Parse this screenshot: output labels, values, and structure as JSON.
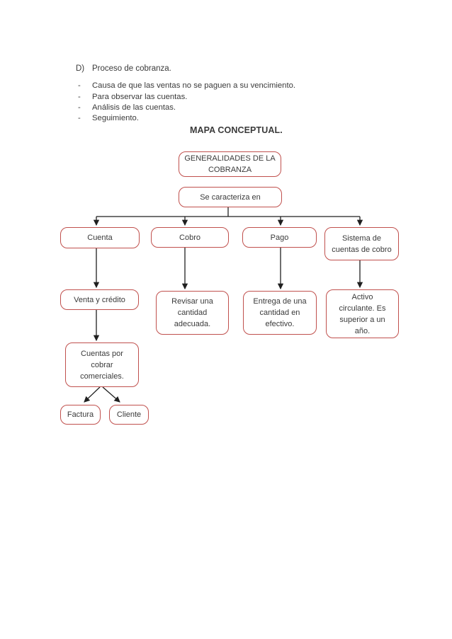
{
  "document": {
    "section_label": "D)",
    "section_title": "Proceso de cobranza.",
    "bullet_marker": "-",
    "bullets": [
      "Causa de que las ventas no se paguen a su vencimiento.",
      "Para observar las cuentas.",
      "Análisis de las cuentas.",
      "Seguimiento."
    ],
    "map_title": "MAPA CONCEPTUAL."
  },
  "diagram": {
    "border_color": "#c0504d",
    "line_color": "#1f1f1f",
    "text_color": "#3a3a3a",
    "nodes": {
      "root": "GENERALIDADES DE LA\nCOBRANZA",
      "caracteriza": "Se caracteriza en",
      "cuenta": "Cuenta",
      "cobro": "Cobro",
      "pago": "Pago",
      "sistema": "Sistema de\ncuentas de cobro",
      "venta": "Venta y crédito",
      "revisar": "Revisar una\ncantidad\nadecuada.",
      "entrega": "Entrega de una\ncantidad en\nefectivo.",
      "activo": "Activo\ncirculante. Es\nsuperior a un\naño.",
      "cuentas_cobrar": "Cuentas por\ncobrar\ncomerciales.",
      "factura": "Factura",
      "cliente": "Cliente"
    }
  }
}
